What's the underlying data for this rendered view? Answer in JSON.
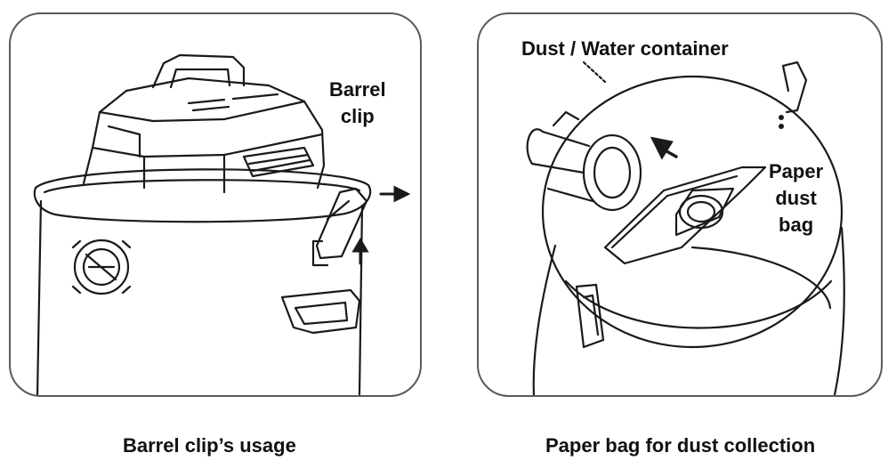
{
  "figures": [
    {
      "caption": "Barrel clip’s usage",
      "labels": {
        "barrel_clip_line1": "Barrel",
        "barrel_clip_line2": "clip"
      }
    },
    {
      "caption": "Paper bag for dust collection",
      "labels": {
        "container": "Dust / Water container",
        "paper_line1": "Paper",
        "paper_line2": "dust",
        "paper_line3": "bag"
      }
    }
  ],
  "colors": {
    "line": "#1a1a1a",
    "frame": "#5a5a5a",
    "background": "#ffffff"
  }
}
